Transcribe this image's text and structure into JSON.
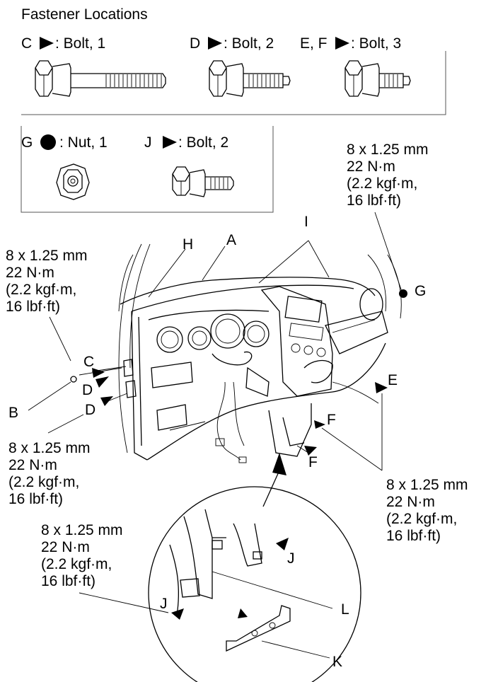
{
  "title": "Fastener Locations",
  "legend": {
    "c": {
      "letter": "C",
      "text": ": Bolt, 1"
    },
    "d": {
      "letter": "D",
      "text": ": Bolt, 2"
    },
    "ef": {
      "letter": "E, F",
      "text": ": Bolt, 3"
    },
    "g": {
      "letter": "G",
      "text": ": Nut, 1"
    },
    "j": {
      "letter": "J",
      "text": ": Bolt, 2"
    }
  },
  "torque": {
    "line1": "8 x 1.25 mm",
    "line2": "22 N·m",
    "line3": "(2.2 kgf·m,",
    "line4": "16 lbf·ft)"
  },
  "labels": {
    "a": "A",
    "b": "B",
    "c": "C",
    "d1": "D",
    "d2": "D",
    "e": "E",
    "f1": "F",
    "f2": "F",
    "g": "G",
    "h": "H",
    "i": "I",
    "j1": "J",
    "j2": "J",
    "k": "K",
    "l": "L"
  }
}
